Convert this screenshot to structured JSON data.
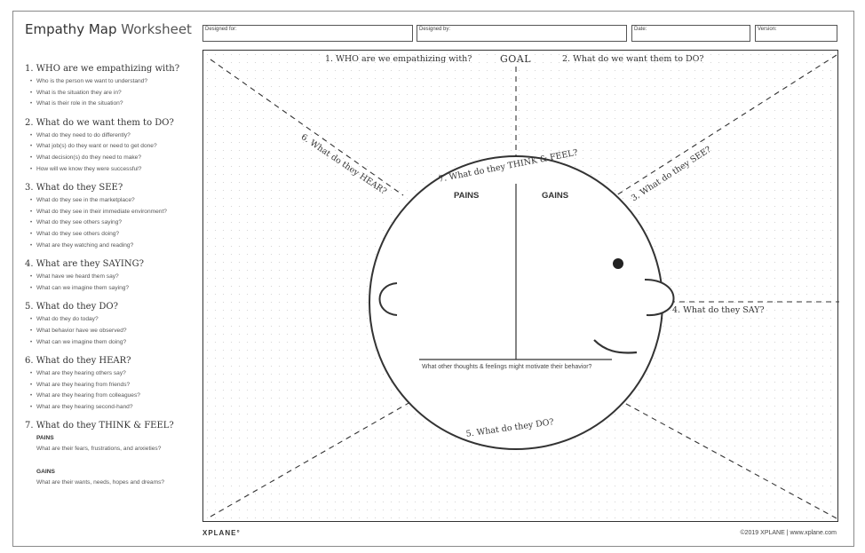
{
  "header": {
    "title_bold": "Empathy Map",
    "title_light": "Worksheet",
    "fields": [
      {
        "label": "Designed for:"
      },
      {
        "label": "Designed by:"
      },
      {
        "label": "Date:"
      },
      {
        "label": "Version:"
      }
    ]
  },
  "sidebar": [
    {
      "heading": "1. WHO are we empathizing with?",
      "questions": [
        "Who is the person we want to understand?",
        "What is the situation they are in?",
        "What is their role in the situation?"
      ]
    },
    {
      "heading": "2. What do we want them to DO?",
      "questions": [
        "What do they need to do differently?",
        "What job(s) do they want or need to get done?",
        "What decision(s) do they need to make?",
        "How will we know they were successful?"
      ]
    },
    {
      "heading": "3. What do they SEE?",
      "questions": [
        "What do they see in the marketplace?",
        "What do they see in their immediate environment?",
        "What do they see others saying?",
        "What do they see others doing?",
        "What are they watching and reading?"
      ]
    },
    {
      "heading": "4. What are they SAYING?",
      "questions": [
        "What have we heard them say?",
        "What can we imagine them saying?"
      ]
    },
    {
      "heading": "5. What do they DO?",
      "questions": [
        "What do they do today?",
        "What behavior have we observed?",
        "What can we imagine them doing?"
      ]
    },
    {
      "heading": "6. What do they HEAR?",
      "questions": [
        "What are they hearing others say?",
        "What are they hearing from friends?",
        "What are they hearing from colleagues?",
        "What are they hearing second-hand?"
      ]
    }
  ],
  "sidebar_last": {
    "heading": "7. What do they THINK & FEEL?",
    "pains_label": "PAINS",
    "pains_question": "What are their fears, frustrations, and anxieties?",
    "gains_label": "GAINS",
    "gains_question": "What are their wants, needs, hopes and dreams?"
  },
  "canvas": {
    "who": "1. WHO are we empathizing with?",
    "goal": "GOAL",
    "do_want": "2. What do we want them to DO?",
    "see": "3. What do they SEE?",
    "say": "4. What do they SAY?",
    "do": "5. What do they DO?",
    "hear": "6. What do they HEAR?",
    "think_feel": "7. What do they THINK & FEEL?",
    "pains": "PAINS",
    "gains": "GAINS",
    "other_thoughts": "What other thoughts & feelings might motivate their behavior?"
  },
  "footer": {
    "brand": "XPLANE°",
    "copyright": "©2019 XPLANE | www.xplane.com"
  }
}
